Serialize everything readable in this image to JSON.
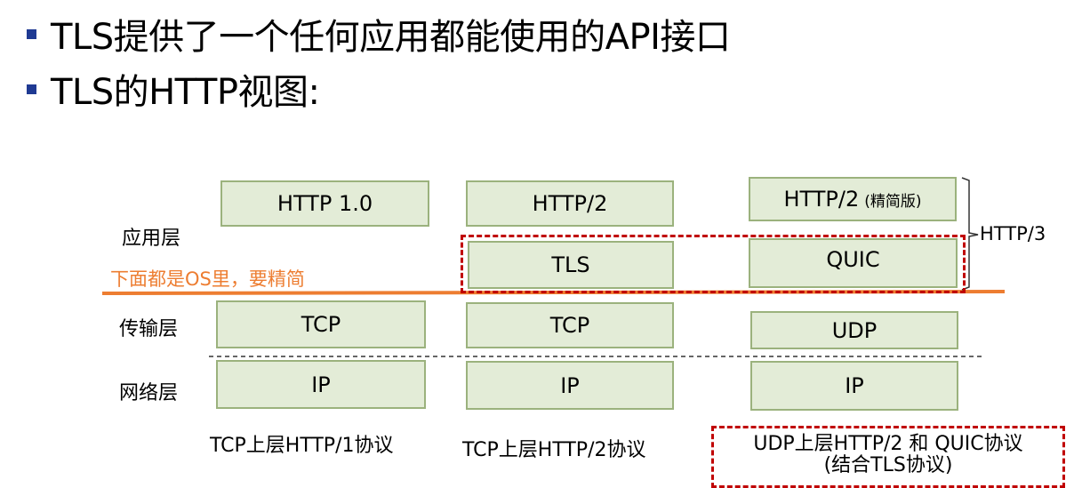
{
  "bullets": [
    "TLS提供了一个任何应用都能使用的API接口",
    "TLS的HTTP视图:"
  ],
  "layers": {
    "application": "应用层",
    "transport": "传输层",
    "network": "网络层"
  },
  "os_note": "下面都是OS里，要精简",
  "http3_label": "HTTP/3",
  "columns": [
    {
      "app": "HTTP 1.0",
      "security": "",
      "transport": "TCP",
      "network": "IP",
      "caption": "TCP上层HTTP/1协议"
    },
    {
      "app": "HTTP/2",
      "security": "TLS",
      "transport": "TCP",
      "network": "IP",
      "caption": "TCP上层HTTP/2协议"
    },
    {
      "app": "HTTP/2",
      "app_sub": "(精简版)",
      "security": "QUIC",
      "transport": "UDP",
      "network": "IP",
      "caption": "UDP上层HTTP/2 和 QUIC协议",
      "caption_line2": "(结合TLS协议)"
    }
  ],
  "colors": {
    "box_fill": "#e3ecd7",
    "box_border": "#9bb27d",
    "dashed_red": "#c00000",
    "orange": "#ed7d31",
    "bullet": "#1f3a93"
  }
}
